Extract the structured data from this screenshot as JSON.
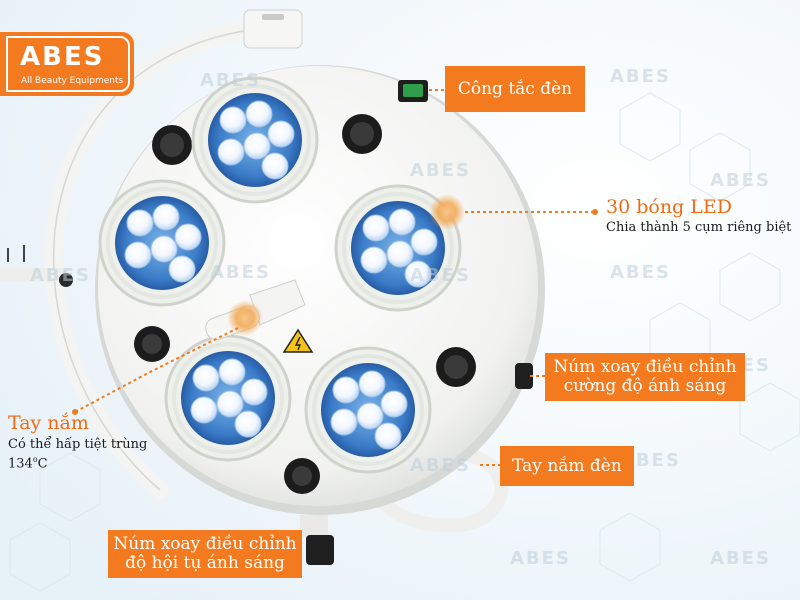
{
  "brand": {
    "logo_text": "ABES",
    "logo_sub": "All Beauty Equipments",
    "colors": {
      "orange": "#f47a1f",
      "orange_text": "#f26a12",
      "led_blue": "#2f6fc0"
    }
  },
  "callouts": {
    "switch": "Công tắc đèn",
    "led_title": "30 bóng LED",
    "led_desc": "Chia thành 5 cụm riêng biệt",
    "intensity_line1": "Núm xoay điều chỉnh",
    "intensity_line2": "cường độ ánh sáng",
    "handle_title": "Tay nắm",
    "handle_desc_line1": "Có thể hấp tiệt trùng",
    "handle_desc_line2": "134",
    "handle_desc_sup": "o",
    "handle_desc_unit": "C",
    "lamp_handle": "Tay nắm đèn",
    "focus_line1": "Núm xoay điều chỉnh",
    "focus_line2": "độ hội tụ ánh sáng"
  },
  "watermark": "ABES",
  "icons": [
    "warning-triangle-icon",
    "switch-icon"
  ]
}
